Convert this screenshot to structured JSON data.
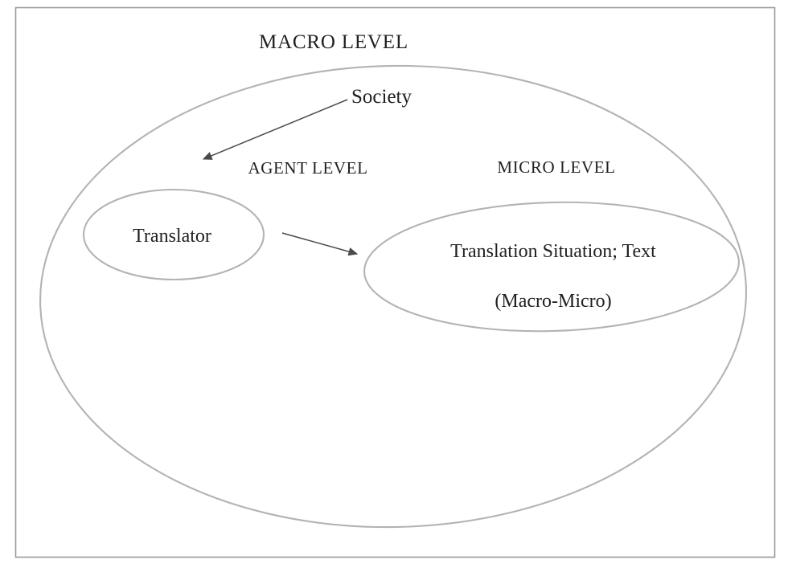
{
  "diagram": {
    "title": "MACRO LEVEL",
    "frame": {
      "stroke": "#9a9a9a"
    },
    "palette": {
      "ellipse_stroke": "#b3b3b3",
      "arrow_stroke": "#3a3a3a",
      "text_color": "#211f1f",
      "background": "#ffffff"
    },
    "levels": {
      "macro": "MACRO LEVEL",
      "agent": "AGENT LEVEL",
      "micro": "MICRO LEVEL"
    },
    "nodes": [
      {
        "id": "society",
        "label": "Society",
        "kind": "outer-ellipse-label"
      },
      {
        "id": "translator",
        "label": "Translator",
        "kind": "ellipse"
      },
      {
        "id": "translation-situation",
        "label_line1": "Translation Situation; Text",
        "label_line2": "(Macro-Micro)",
        "kind": "ellipse"
      }
    ],
    "arrows": [
      {
        "id": "society-to-agent",
        "from": "Society",
        "to": "AGENT LEVEL",
        "direction": "down-left"
      },
      {
        "id": "translator-to-situation",
        "from": "Translator",
        "to": "Translation Situation; Text",
        "direction": "right"
      }
    ]
  }
}
